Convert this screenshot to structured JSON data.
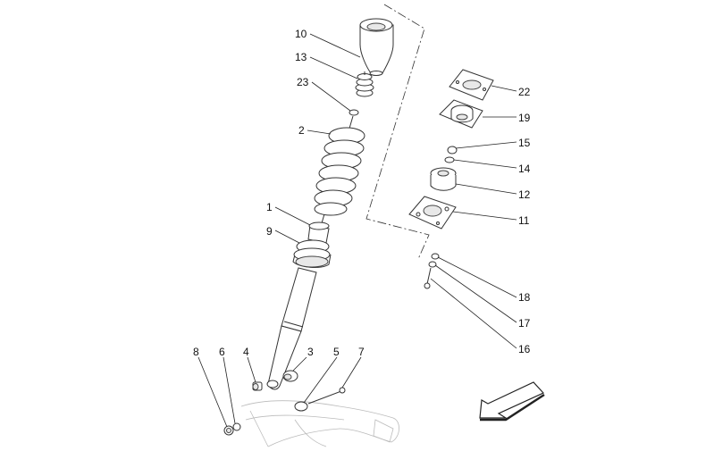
{
  "diagram": {
    "callouts": [
      {
        "id": "c10",
        "text": "10"
      },
      {
        "id": "c13",
        "text": "13"
      },
      {
        "id": "c23",
        "text": "23"
      },
      {
        "id": "c2",
        "text": "2"
      },
      {
        "id": "c1",
        "text": "1"
      },
      {
        "id": "c9",
        "text": "9"
      },
      {
        "id": "c8",
        "text": "8"
      },
      {
        "id": "c6",
        "text": "6"
      },
      {
        "id": "c4",
        "text": "4"
      },
      {
        "id": "c3",
        "text": "3"
      },
      {
        "id": "c5",
        "text": "5"
      },
      {
        "id": "c7",
        "text": "7"
      },
      {
        "id": "c22",
        "text": "22"
      },
      {
        "id": "c19",
        "text": "19"
      },
      {
        "id": "c15",
        "text": "15"
      },
      {
        "id": "c14",
        "text": "14"
      },
      {
        "id": "c12",
        "text": "12"
      },
      {
        "id": "c11",
        "text": "11"
      },
      {
        "id": "c18",
        "text": "18"
      },
      {
        "id": "c17",
        "text": "17"
      },
      {
        "id": "c16",
        "text": "16"
      }
    ]
  }
}
